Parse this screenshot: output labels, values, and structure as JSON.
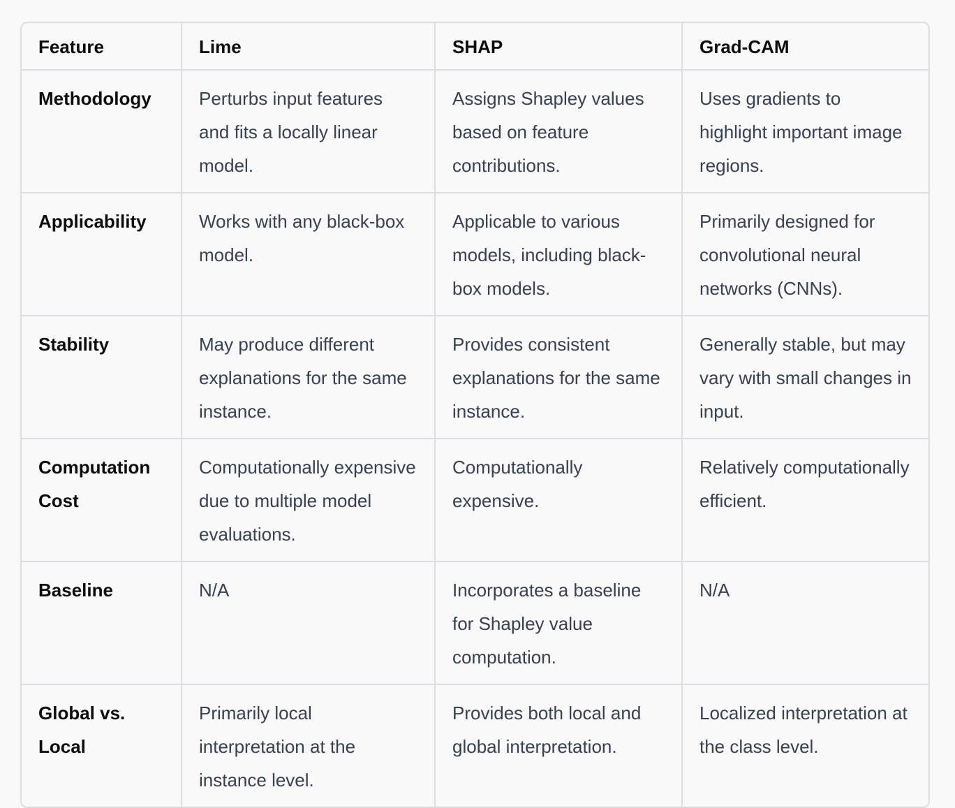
{
  "table": {
    "headers": [
      "Feature",
      "Lime",
      "SHAP",
      "Grad-CAM"
    ],
    "rows": [
      [
        "Methodology",
        "Perturbs input features and fits a locally linear model.",
        "Assigns Shapley values based on feature contributions.",
        "Uses gradients to highlight important image regions."
      ],
      [
        "Applicability",
        "Works with any black-box model.",
        "Applicable to various models, including black-box models.",
        "Primarily designed for convolutional neural networks (CNNs)."
      ],
      [
        "Stability",
        "May produce different explanations for the same instance.",
        "Provides consistent explanations for the same instance.",
        "Generally stable, but may vary with small changes in input."
      ],
      [
        "Computation Cost",
        "Computationally expensive due to multiple model evaluations.",
        "Computationally expensive.",
        "Relatively computationally efficient."
      ],
      [
        "Baseline",
        "N/A",
        "Incorporates a baseline for Shapley value computation.",
        "N/A"
      ],
      [
        "Global vs. Local",
        "Primarily local interpretation at the instance level.",
        "Provides both local and global interpretation.",
        "Localized interpretation at the class level."
      ]
    ]
  }
}
